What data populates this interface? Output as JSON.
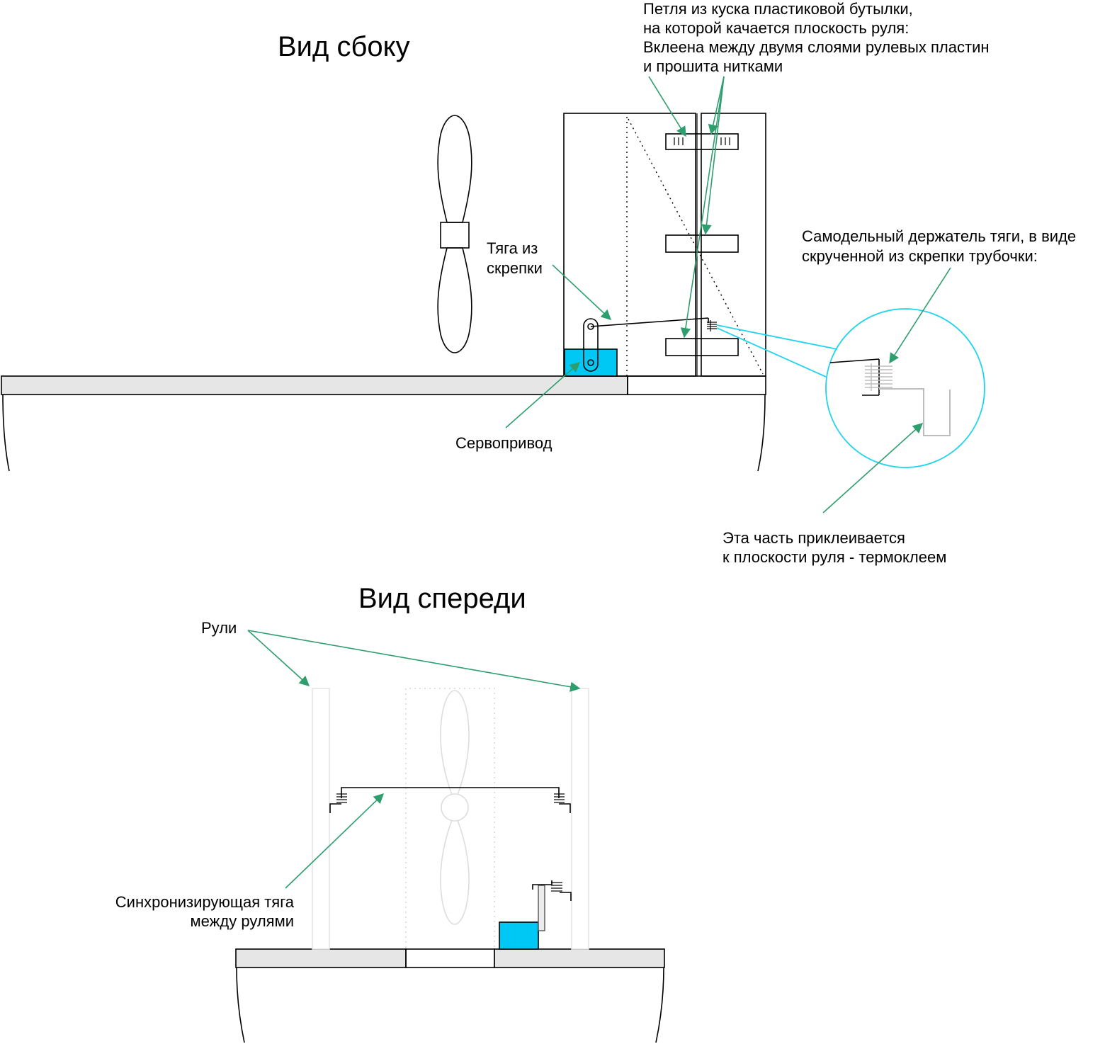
{
  "titles": {
    "side_view": "Вид сбоку",
    "front_view": "Вид спереди"
  },
  "labels": {
    "hinge_loop": [
      "Петля из куска пластиковой бутылки,",
      "на которой качается плоскость руля:",
      "Вклеена между двумя слоями рулевых пластин",
      "и прошита нитками"
    ],
    "pushrod": [
      "Тяга из",
      "скрепки"
    ],
    "holder": [
      "Самодельный держатель тяги, в виде",
      "скрученной из скрепки трубочки:"
    ],
    "servo": "Сервопривод",
    "glued_part": [
      "Эта часть приклеивается",
      "к плоскости руля - термоклеем"
    ],
    "rudders": "Рули",
    "sync_rod": [
      "Синхронизирующая тяга",
      "между рулями"
    ]
  },
  "colors": {
    "arrow": "#2e9e6e",
    "zoom_circle": "#22d3ee",
    "servo_fill": "#00c8f5",
    "deck_fill": "#e6e6e6",
    "faint_stroke": "#e4e4e4"
  }
}
